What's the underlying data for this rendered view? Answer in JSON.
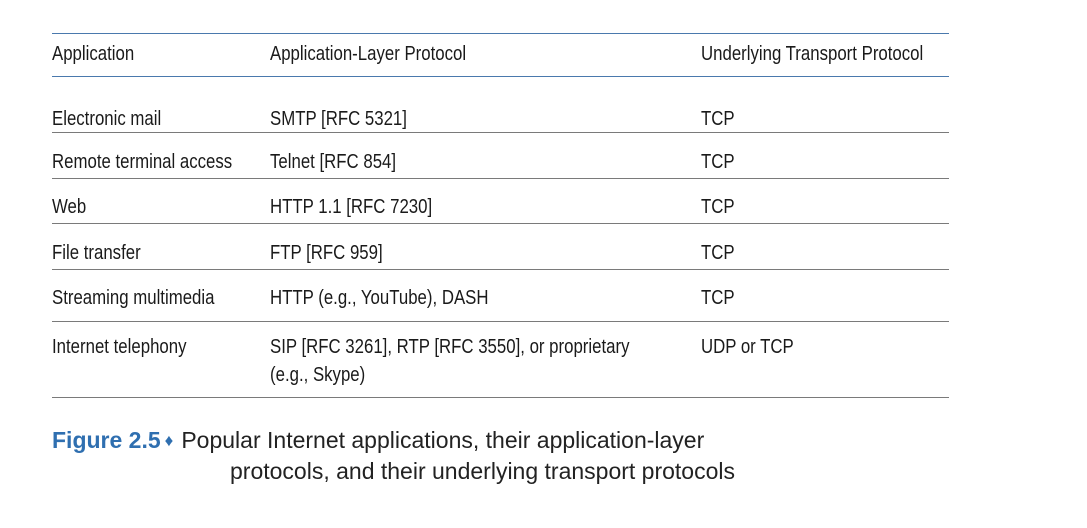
{
  "table": {
    "headers": [
      "Application",
      "Application-Layer Protocol",
      "Underlying Transport Protocol"
    ],
    "rows": [
      {
        "application": "Electronic mail",
        "protocol": "SMTP [RFC 5321]",
        "protocol_line2": "",
        "transport": "TCP"
      },
      {
        "application": "Remote terminal access",
        "protocol": "Telnet [RFC 854]",
        "protocol_line2": "",
        "transport": "TCP"
      },
      {
        "application": "Web",
        "protocol": "HTTP 1.1 [RFC 7230]",
        "protocol_line2": "",
        "transport": "TCP"
      },
      {
        "application": "File transfer",
        "protocol": "FTP [RFC 959]",
        "protocol_line2": "",
        "transport": "TCP"
      },
      {
        "application": "Streaming multimedia",
        "protocol": "HTTP (e.g., YouTube), DASH",
        "protocol_line2": "",
        "transport": "TCP"
      },
      {
        "application": "Internet telephony",
        "protocol": "SIP [RFC 3261], RTP [RFC 3550], or proprietary",
        "protocol_line2": "(e.g., Skype)",
        "transport": "UDP or TCP"
      }
    ]
  },
  "caption": {
    "label": "Figure 2.5",
    "separator": "♦",
    "line1": "Popular Internet applications, their application-layer",
    "line2": "protocols, and their underlying transport protocols"
  },
  "colors": {
    "accent": "#2f6fb0",
    "rule": "#4a79ad",
    "row_rule": "#7a7a7a"
  }
}
